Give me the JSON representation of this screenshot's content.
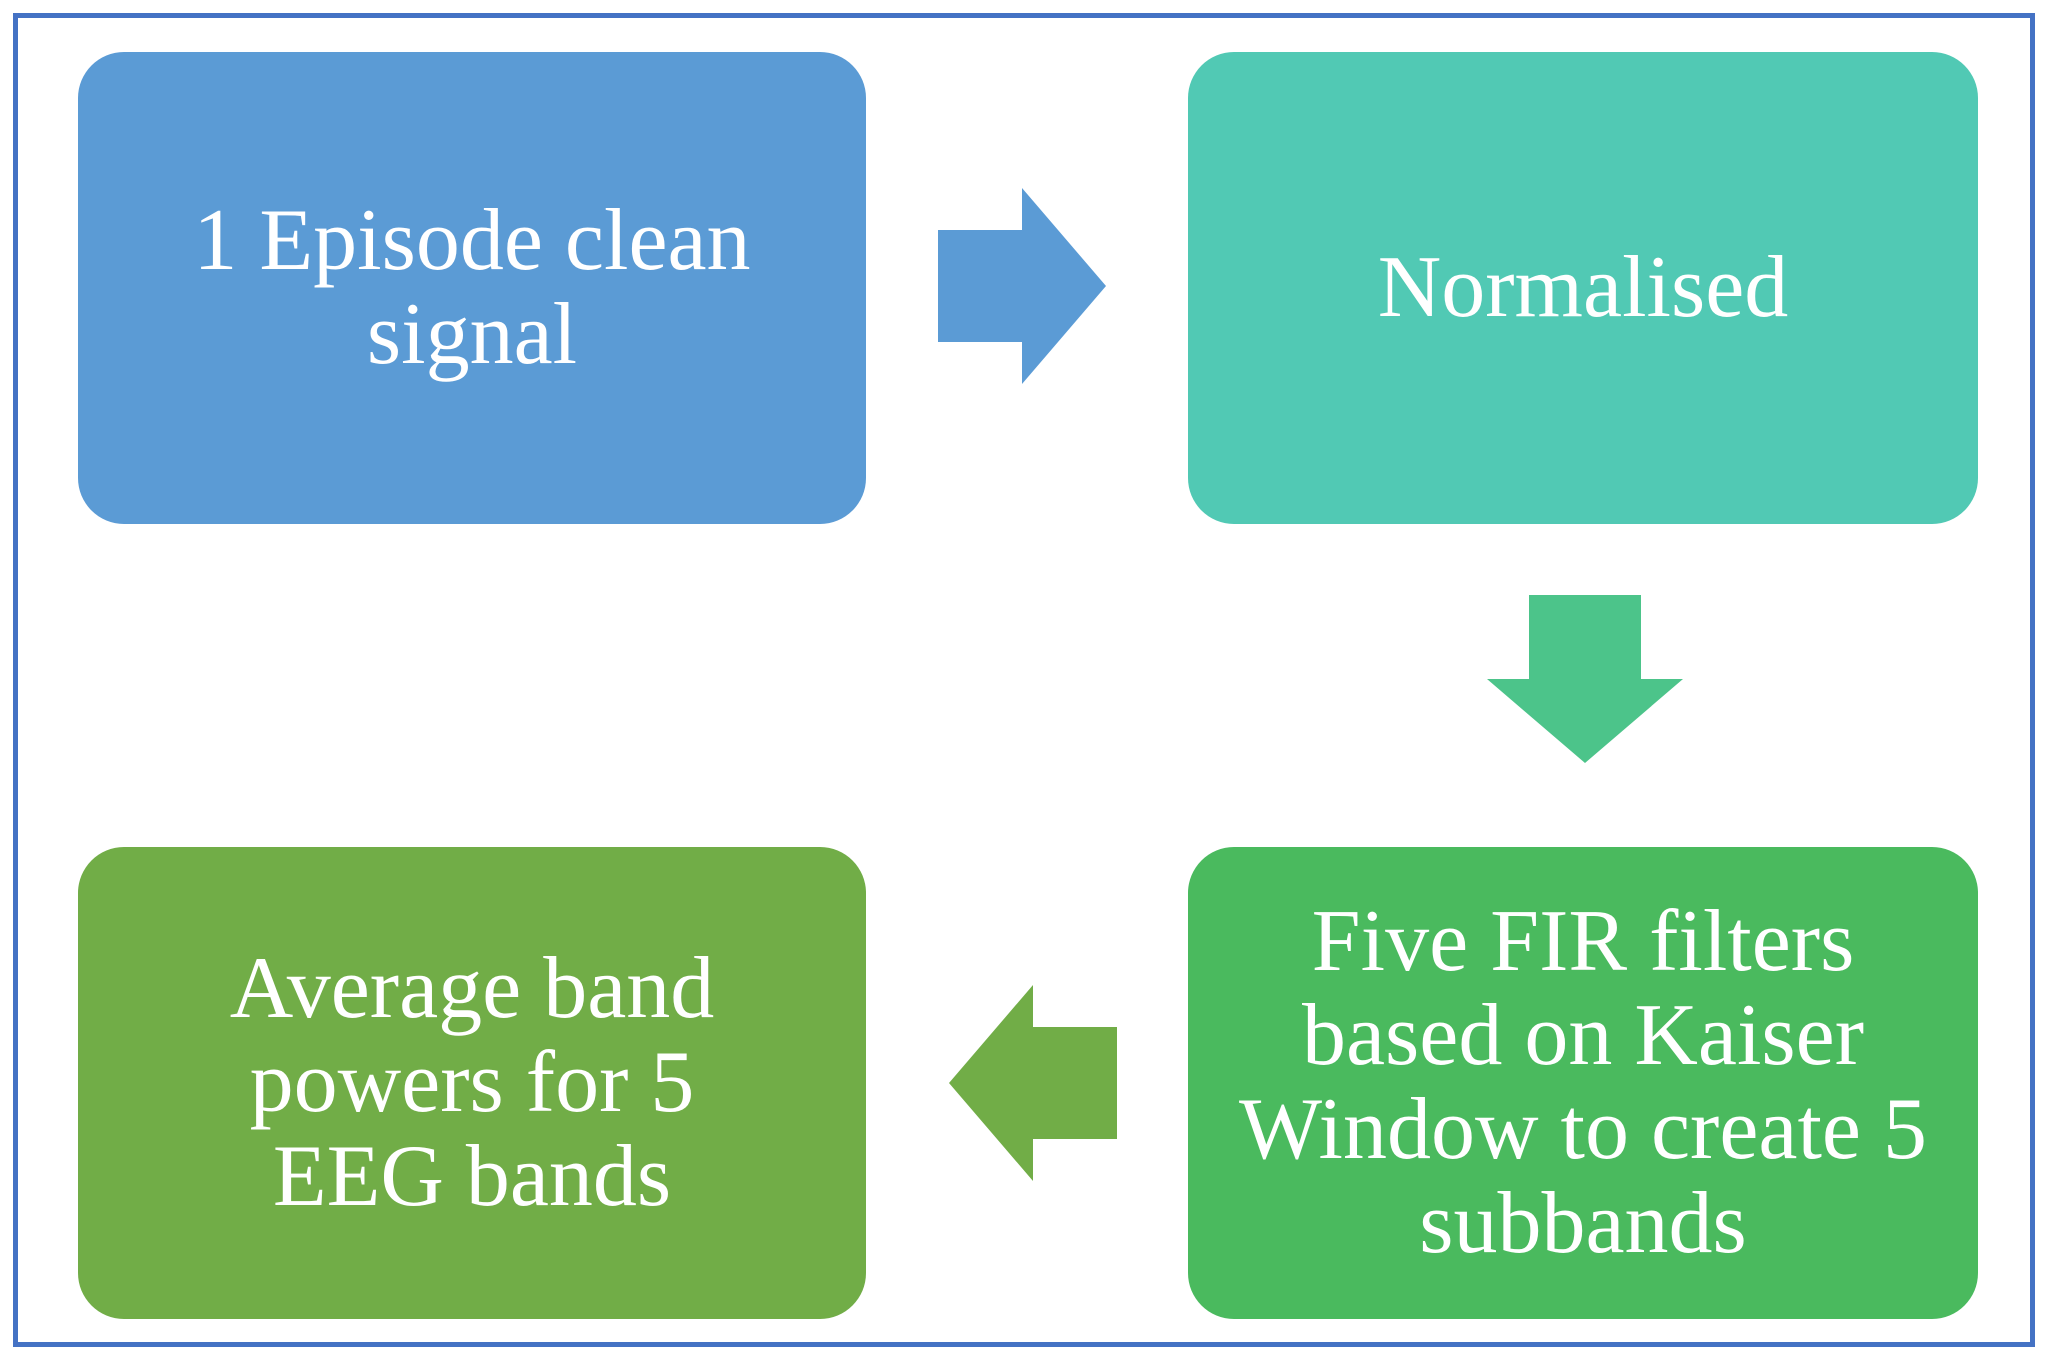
{
  "steps": [
    {
      "text": "1 Episode clean signal",
      "color": "#5b9bd5"
    },
    {
      "text": "Normalised",
      "color": "#51c9b4"
    },
    {
      "text": "Five FIR filters based on Kaiser Window to create 5 subbands",
      "color": "#4aba5e"
    },
    {
      "text": "Average band powers for 5 EEG bands",
      "color": "#71ad47"
    }
  ],
  "arrows": [
    {
      "direction": "right",
      "color": "#5b9bd5"
    },
    {
      "direction": "down",
      "color": "#4cc48a"
    },
    {
      "direction": "left",
      "color": "#71ad47"
    }
  ],
  "colors": {
    "frame_border": "#4472c4",
    "text": "#ffffff"
  }
}
